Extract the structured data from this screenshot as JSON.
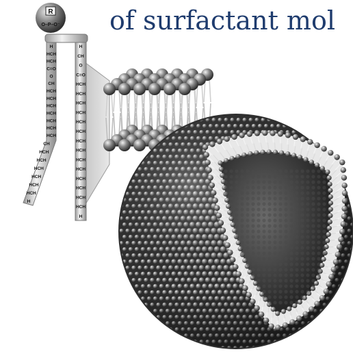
{
  "caption": "of surfactant mol",
  "head_symbol": "R",
  "phosphate_text": "O–P–O⁻",
  "chain_left": [
    "H",
    "HCH",
    "HCH",
    "C=O",
    "O",
    "CH",
    "HCH",
    "HCH",
    "HCH",
    "HCH",
    "HCH",
    "HCH",
    "HCH",
    "CH",
    "HCH",
    "HCH",
    "HCH",
    "HCH",
    "HCH",
    "HCH",
    "H"
  ],
  "chain_right": [
    "H",
    "CH",
    "O",
    "C=O",
    "HCH",
    "HCH",
    "HCH",
    "HCH",
    "HCH",
    "HCH",
    "HCH",
    "HCH",
    "HCH",
    "HCH",
    "HCH",
    "HCH",
    "HCH",
    "HCH",
    "H"
  ],
  "colors": {
    "caption": "#1f3c6e",
    "sphere_dark": "#2f2f2f",
    "sphere_light": "#d8d8d8",
    "tail": "#bdbdbd"
  }
}
